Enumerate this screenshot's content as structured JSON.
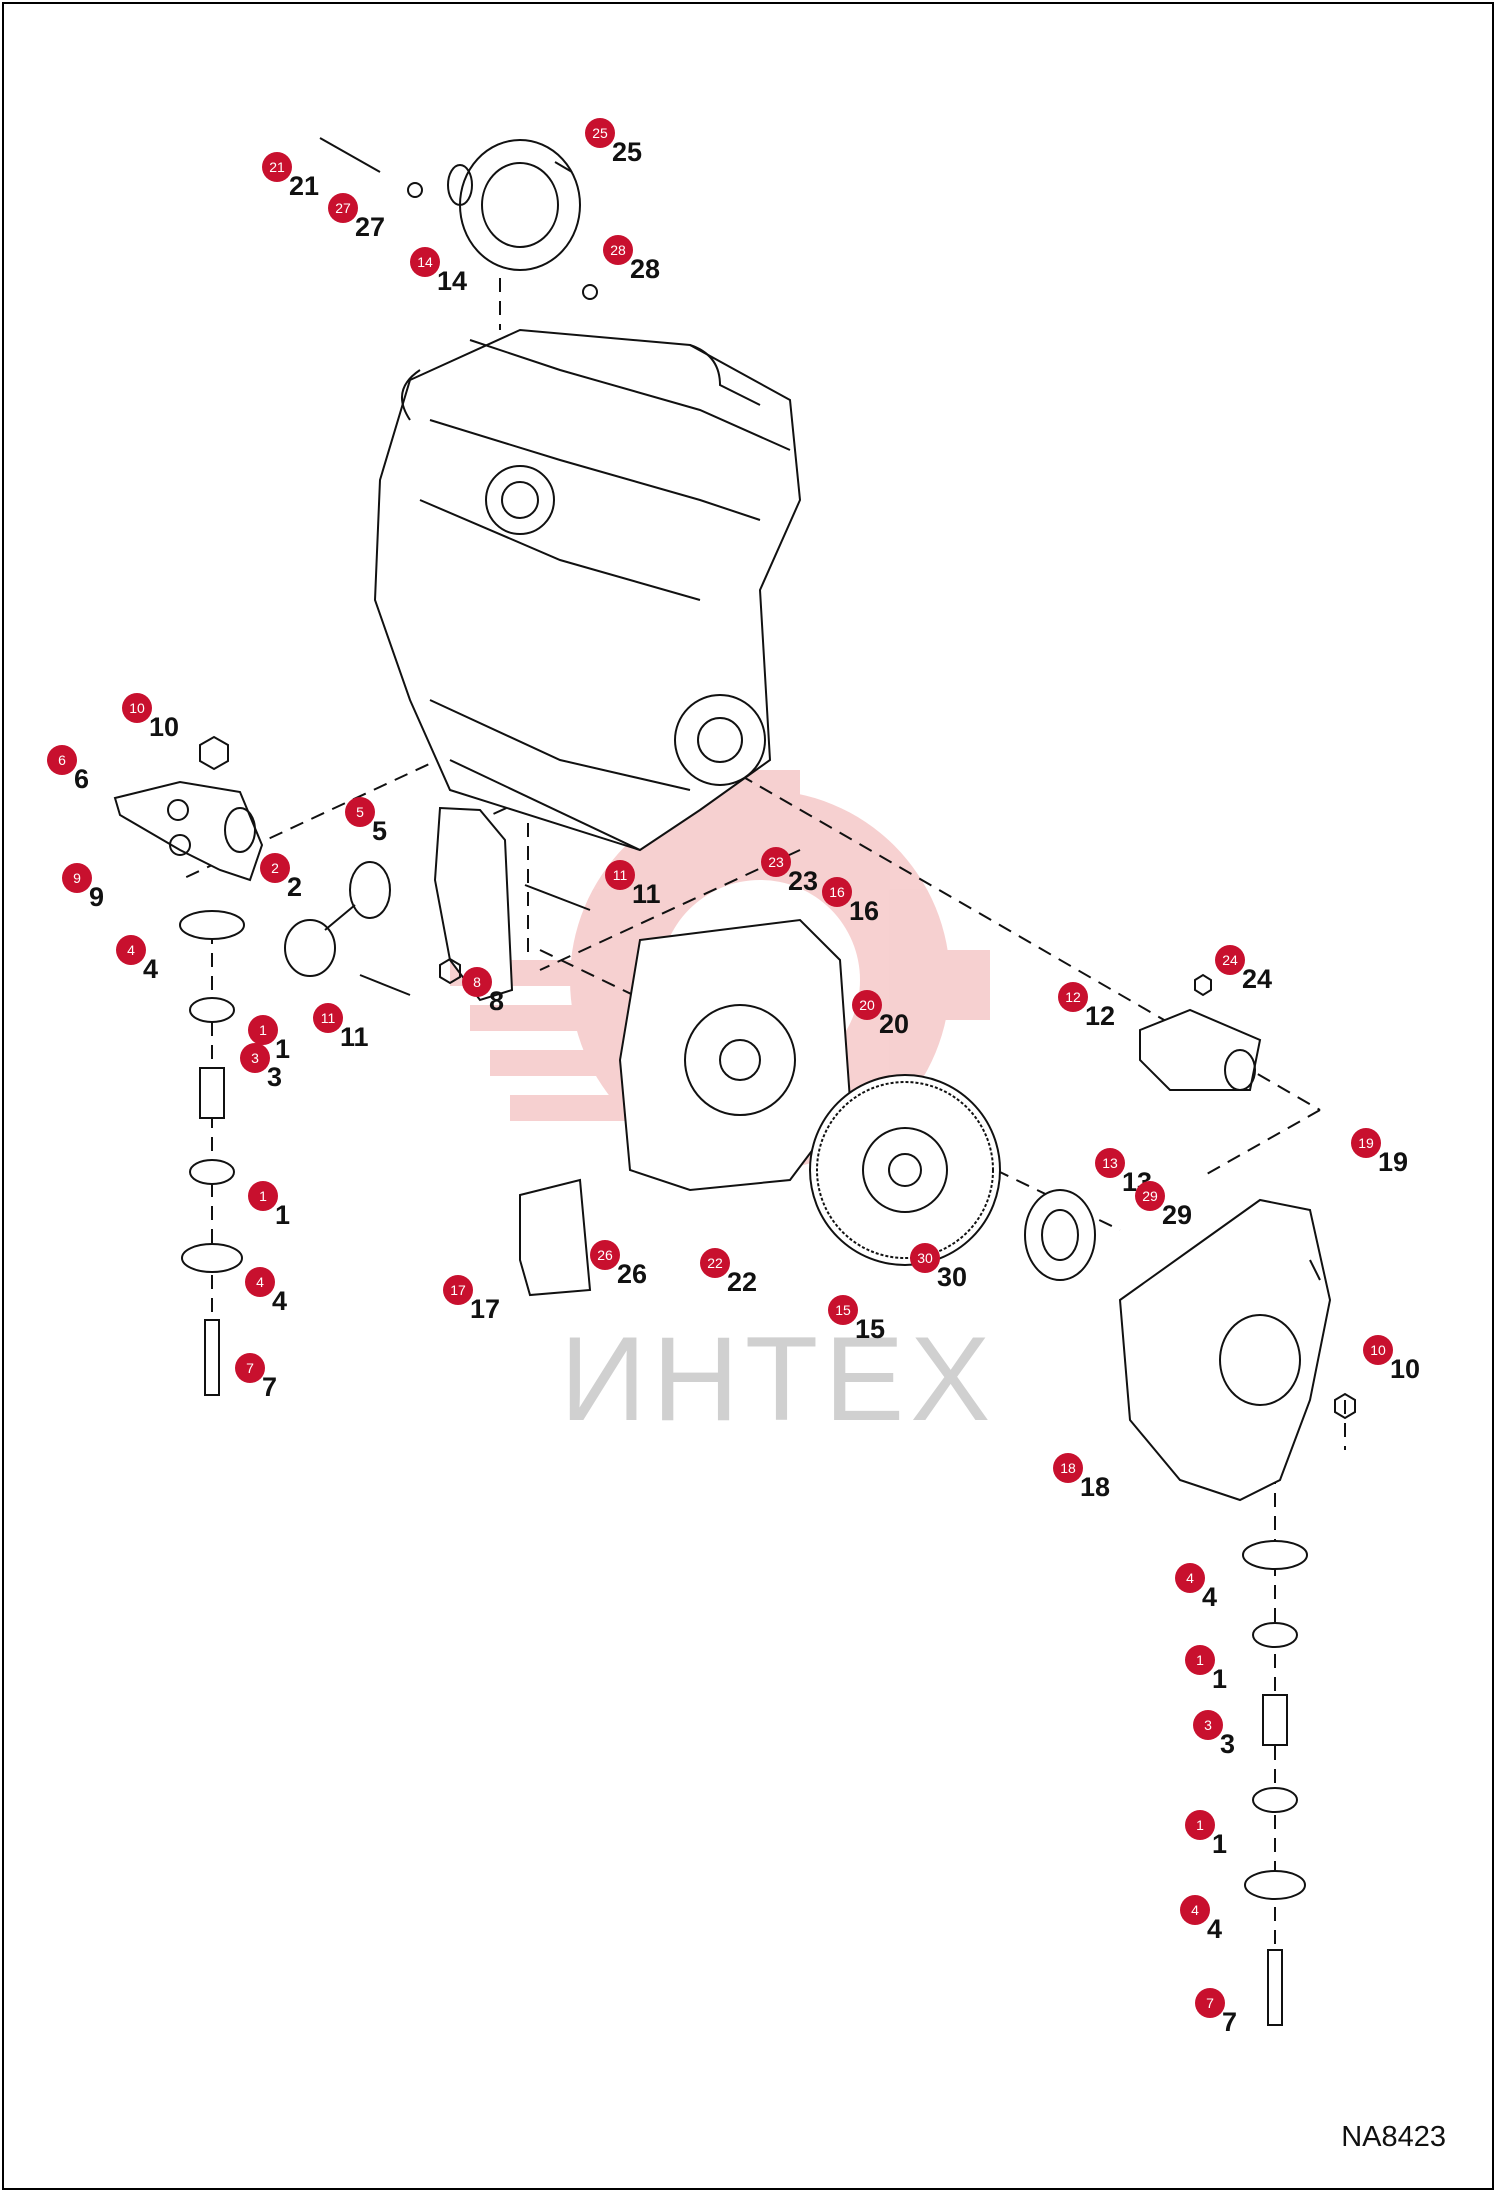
{
  "diagram_code": "NA8423",
  "watermark": "ИНТЕХ",
  "colors": {
    "callout": "#c8102e",
    "watermark": "#f2b9b9",
    "line": "#111111"
  },
  "callouts": [
    "1",
    "2",
    "3",
    "4",
    "5",
    "6",
    "7",
    "8",
    "9",
    "10",
    "11",
    "12",
    "13",
    "14",
    "15",
    "16",
    "17",
    "18",
    "19",
    "20",
    "21",
    "22",
    "23",
    "24",
    "25",
    "26",
    "27",
    "28",
    "29",
    "30"
  ]
}
